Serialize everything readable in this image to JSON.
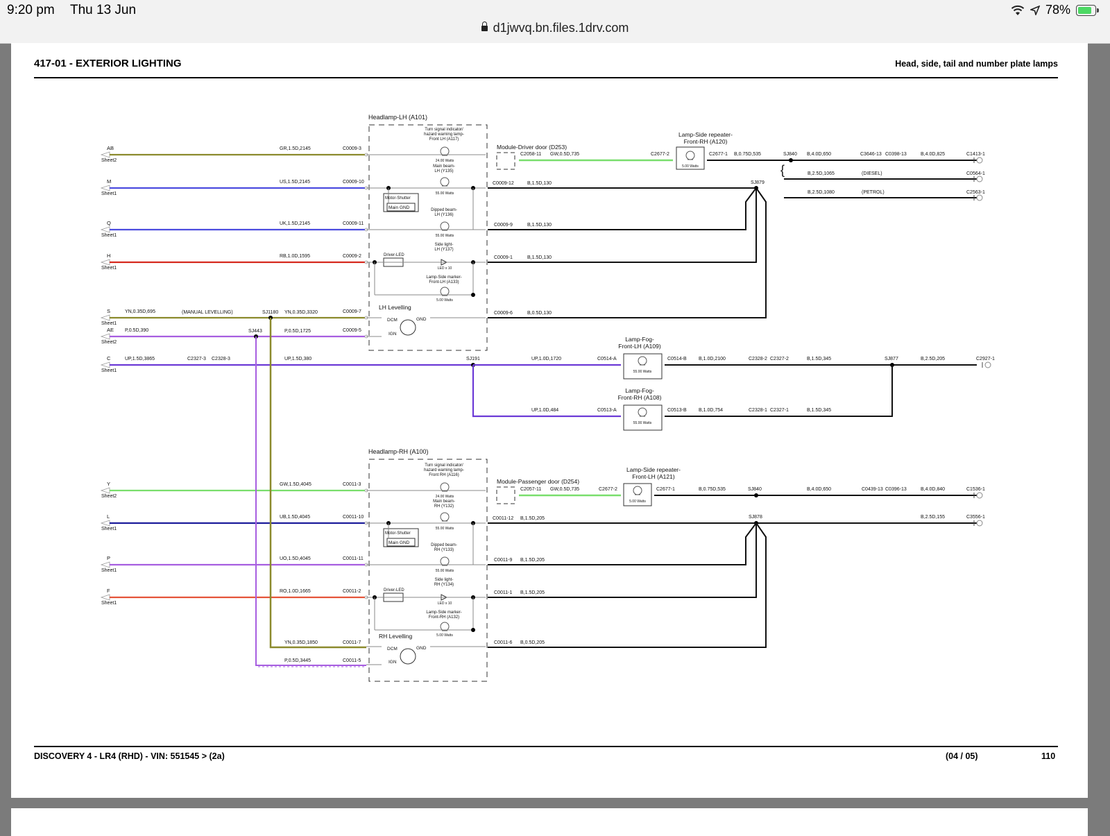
{
  "status_bar": {
    "time": "9:20 pm",
    "date": "Thu 13 Jun",
    "battery": "78%",
    "url": "d1jwvq.bn.files.1drv.com"
  },
  "document": {
    "section": "417-01 - EXTERIOR LIGHTING",
    "subtitle": "Head, side, tail and number plate lamps",
    "footer_left": "DISCOVERY 4 - LR4  (RHD) - VIN: 551545 >  (2a)",
    "footer_page": "(04 / 05)",
    "footer_num": "110"
  },
  "diagram": {
    "colors": {
      "olive": "#8b8a2c",
      "blue": "#4d4ddf",
      "red": "#d6291e",
      "purple": "#a75ee0",
      "green": "#79de6c",
      "navy": "#1c1c9b",
      "orange": "#e5553a",
      "black": "#111111",
      "violet": "#6c3ad6"
    },
    "inputs": [
      {
        "id": "AB",
        "sheet": "Sheet2",
        "wire": "GR,1.5D,2145",
        "conn": "C0009-3"
      },
      {
        "id": "M",
        "sheet": "Sheet1",
        "wire": "US,1.5D,2145",
        "conn": "C0009-10"
      },
      {
        "id": "Q",
        "sheet": "Sheet1",
        "wire": "UK,1.5D,2145",
        "conn": "C0009-11"
      },
      {
        "id": "H",
        "sheet": "Sheet1",
        "wire": "RB,1.0D,1595",
        "conn": "C0009-2"
      },
      {
        "id": "S",
        "sheet": "Sheet1",
        "wire": "YN,0.35D,695",
        "conn": "C0009-7"
      },
      {
        "id": "AE",
        "sheet": "Sheet2",
        "wire": "P,0.5D,390",
        "conn": "C0009-5"
      },
      {
        "id": "C",
        "sheet": "Sheet1",
        "wire": "UP,1.5D,3865",
        "conn": ""
      },
      {
        "id": "Y",
        "sheet": "Sheet2",
        "wire": "GW,1.5D,4045",
        "conn": "C0011-3"
      },
      {
        "id": "L",
        "sheet": "Sheet1",
        "wire": "UB,1.5D,4045",
        "conn": "C0011-10"
      },
      {
        "id": "P",
        "sheet": "Sheet1",
        "wire": "UO,1.5D,4045",
        "conn": "C0011-11"
      },
      {
        "id": "F",
        "sheet": "Sheet1",
        "wire": "RO,1.0D,1665",
        "conn": "C0011-2"
      }
    ],
    "labels": {
      "headlamp_lh": "Headlamp-LH (A101)",
      "headlamp_rh": "Headlamp-RH (A100)",
      "turn_lh": "Turn signal indicator/ hazard warning lamp- Front LH (A117)",
      "turn_rh": "Turn signal indicator/ hazard warning lamp- Front RH (A116)",
      "main_lh": "Main beam- LH (Y135)",
      "main_rh": "Main beam- RH (Y132)",
      "dipped_lh": "Dipped beam- LH (Y136)",
      "dipped_rh": "Dipped beam- RH (Y133)",
      "side_lh": "Side light- LH (Y137)",
      "side_rh": "Side light- RH (Y134)",
      "marker_lh": "Lamp-Side marker- Front-LH (A133)",
      "marker_rh": "Lamp-Side marker- Front-RH (A132)",
      "motor_shutter": "Motor-Shutter",
      "main_gnd": "Main  GND",
      "driver_led": "Driver-LED",
      "led_x10": "LED x 10",
      "w24": "24.00 Watts",
      "w55": "55.00 Watts",
      "w5": "5.00 Watts",
      "lh_levelling": "LH Levelling",
      "rh_levelling": "RH Levelling",
      "dcm": "DCM",
      "gnd": "GND",
      "ign": "IGN",
      "manual_levelling": "(MANUAL LEVELLING)",
      "module_driver": "Module-Driver door (D253)",
      "module_passenger": "Module-Passenger door (D254)",
      "repeater_rh": "Lamp-Side repeater- Front-RH (A120)",
      "repeater_lh": "Lamp-Side repeater- Front-LH (A121)",
      "fog_lh": "Lamp-Fog- Front-LH (A109)",
      "fog_rh": "Lamp-Fog- Front-RH (A108)",
      "diesel": "(DIESEL)",
      "petrol": "(PETROL)"
    },
    "wires_text": {
      "c2058": "C2058-11",
      "gw735": "GW,0.5D,735",
      "c2677_2": "C2677-2",
      "c2677_1": "C2677-1",
      "b535": "B,0.75D,535",
      "sj840": "SJ840",
      "b650": "B,4.0D,650",
      "c3646": "C3646-13",
      "c0398": "C0398-13",
      "b825": "B,4.0D,825",
      "c1413": "C1413-1",
      "b1065": "B,2.5D,1065",
      "c0564": "C0564-1",
      "b1080": "B,2.5D,1080",
      "c2563": "C2563-1",
      "sj879": "SJ879",
      "c0009_12": "C0009-12",
      "b130": "B,1.5D,130",
      "c0009_9": "C0009-9",
      "c0009_1": "C0009-1",
      "c0009_6": "C0009-6",
      "b05_130": "B,0.5D,130",
      "sj1180": "SJ1180",
      "yn3320": "YN,0.35D,3320",
      "sj443": "SJ443",
      "p1725": "P,0.5D,1725",
      "c2327_3": "C2327-3",
      "c2328_3": "C2328-3",
      "up380": "UP,1.5D,380",
      "sj191": "SJ191",
      "up1720": "UP,1.0D,1720",
      "c0514a": "C0514-A",
      "c0514b": "C0514-B",
      "b2100": "B,1.0D,2100",
      "c2328_2": "C2328-2",
      "c2327_2": "C2327-2",
      "b345": "B,1.5D,345",
      "sj877": "SJ877",
      "b205_25": "B,2.5D,205",
      "c2927": "C2927-1",
      "up484": "UP,1.0D,484",
      "c0513a": "C0513-A",
      "c0513b": "C0513-B",
      "b754": "B,1.0D,754",
      "c2328_1": "C2328-1",
      "c2327_1": "C2327-1",
      "c2057": "C2057-11",
      "c0011_12": "C0011-12",
      "b205": "B,1.5D,205",
      "sj878": "SJ878",
      "b155": "B,2.5D,155",
      "c3556": "C3556-1",
      "c0439": "C0439-13",
      "c0396": "C0396-13",
      "b840": "B,4.0D,840",
      "c1536": "C1536-1",
      "c0011_9": "C0011-9",
      "c0011_1": "C0011-1",
      "c0011_6": "C0011-6",
      "b05_205": "B,0.5D,205",
      "yn1850": "YN,0.35D,1850",
      "c0011_7": "C0011-7",
      "p3445": "P,0.5D,3445",
      "c0011_5": "C0011-5"
    }
  }
}
